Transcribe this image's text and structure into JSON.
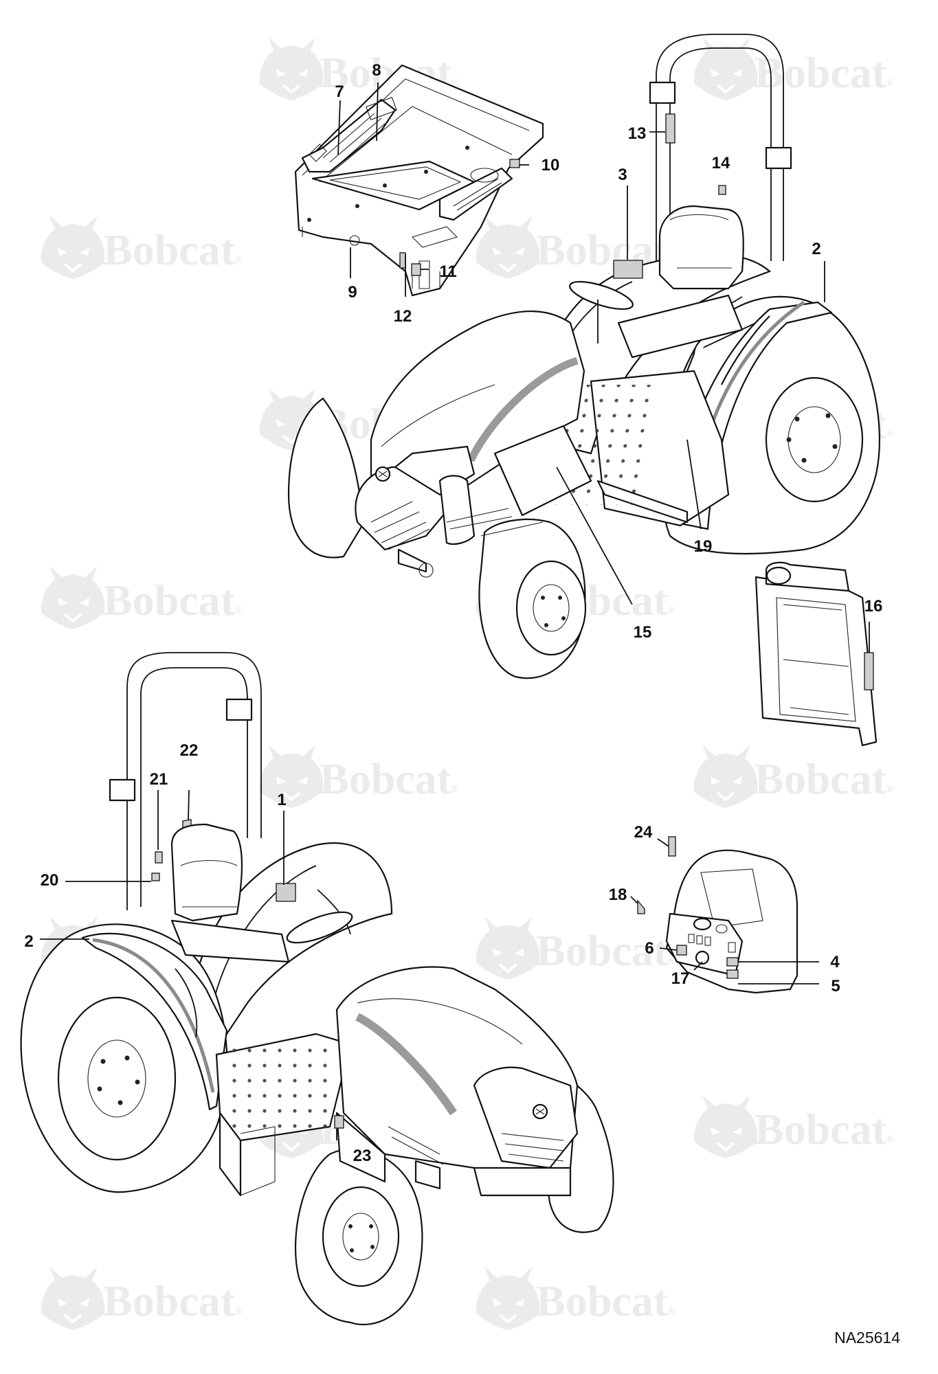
{
  "watermark": {
    "text": "Bobcat",
    "reg": "®"
  },
  "drawing_code": "NA25614",
  "callouts": [
    "1",
    "2",
    "3",
    "4",
    "5",
    "6",
    "7",
    "8",
    "9",
    "10",
    "11",
    "12",
    "13",
    "14",
    "15",
    "16",
    "17",
    "18",
    "19",
    "20",
    "21",
    "22",
    "23",
    "24"
  ],
  "icons": [
    "bobcat-head-logo",
    "tractor-rear-view",
    "tractor-front-view",
    "fender-deck",
    "radiator-shroud",
    "dash-panel"
  ]
}
